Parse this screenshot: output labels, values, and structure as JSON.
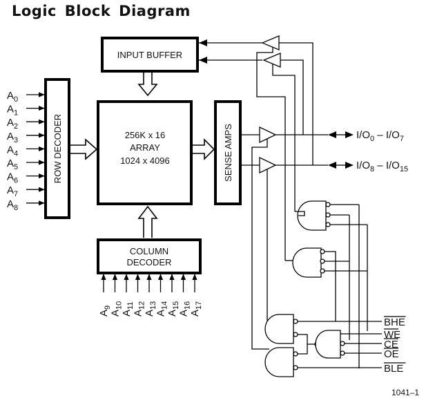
{
  "title": "Logic Block Diagram",
  "blocks": {
    "input_buffer": "INPUT BUFFER",
    "row_decoder": "ROW DECODER",
    "array_line1": "256K x 16",
    "array_line2": "ARRAY",
    "array_line3": "1024 x 4096",
    "sense_amps": "SENSE AMPS",
    "column_decoder_line1": "COLUMN",
    "column_decoder_line2": "DECODER"
  },
  "row_address_pins": [
    {
      "base": "A",
      "sub": "0"
    },
    {
      "base": "A",
      "sub": "1"
    },
    {
      "base": "A",
      "sub": "2"
    },
    {
      "base": "A",
      "sub": "3"
    },
    {
      "base": "A",
      "sub": "4"
    },
    {
      "base": "A",
      "sub": "5"
    },
    {
      "base": "A",
      "sub": "6"
    },
    {
      "base": "A",
      "sub": "7"
    },
    {
      "base": "A",
      "sub": "8"
    }
  ],
  "column_address_pins": [
    {
      "base": "A",
      "sub": "9"
    },
    {
      "base": "A",
      "sub": "10"
    },
    {
      "base": "A",
      "sub": "11"
    },
    {
      "base": "A",
      "sub": "12"
    },
    {
      "base": "A",
      "sub": "13"
    },
    {
      "base": "A",
      "sub": "14"
    },
    {
      "base": "A",
      "sub": "15"
    },
    {
      "base": "A",
      "sub": "16"
    },
    {
      "base": "A",
      "sub": "17"
    }
  ],
  "io_ports": [
    {
      "a": "I/O",
      "a_sub": "0",
      "dash": " – ",
      "b": "I/O",
      "b_sub": "7"
    },
    {
      "a": "I/O",
      "a_sub": "8",
      "dash": " – ",
      "b": "I/O",
      "b_sub": "15"
    }
  ],
  "control_signals": [
    "BHE",
    "WE",
    "CE",
    "OE",
    "BLE"
  ],
  "figure_id": "1041–1"
}
